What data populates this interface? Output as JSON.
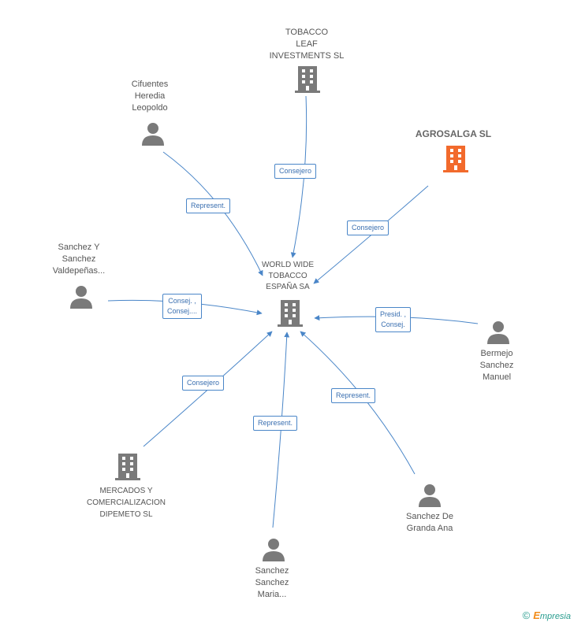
{
  "nodes": {
    "center": {
      "label": "WORLD WIDE\nTOBACCO\nESPAÑA SA",
      "kind": "company"
    },
    "tobacco_leaf": {
      "label": "TOBACCO\nLEAF\nINVESTMENTS SL",
      "kind": "company"
    },
    "agrosalga": {
      "label": "AGROSALGA SL",
      "kind": "company-highlight"
    },
    "cifuentes": {
      "label": "Cifuentes\nHeredia\nLeopoldo",
      "kind": "person"
    },
    "sanchez_valdepenas": {
      "label": "Sanchez Y\nSanchez\nValdepeñas...",
      "kind": "person"
    },
    "bermejo": {
      "label": "Bermejo\nSanchez\nManuel",
      "kind": "person"
    },
    "mercados": {
      "label": "MERCADOS Y\nCOMERCIALIZACION\nDIPEMETO  SL",
      "kind": "company"
    },
    "sanchez_maria": {
      "label": "Sanchez\nSanchez\nMaria...",
      "kind": "person"
    },
    "sanchez_granda": {
      "label": "Sanchez De\nGranda Ana",
      "kind": "person"
    }
  },
  "edges": {
    "tobacco_leaf": "Consejero",
    "agrosalga": "Consejero",
    "cifuentes": "Represent.",
    "sanchez_valdepenas": "Consej. ,\nConsej....",
    "bermejo": "Presid. ,\nConsej.",
    "mercados": "Consejero",
    "sanchez_maria": "Represent.",
    "sanchez_granda": "Represent."
  },
  "colors": {
    "edge": "#4a86c8",
    "icon": "#7a7a7a",
    "highlight": "#f26a2c"
  },
  "footer": {
    "copyright": "©",
    "brand_first": "E",
    "brand_rest": "mpresia"
  }
}
